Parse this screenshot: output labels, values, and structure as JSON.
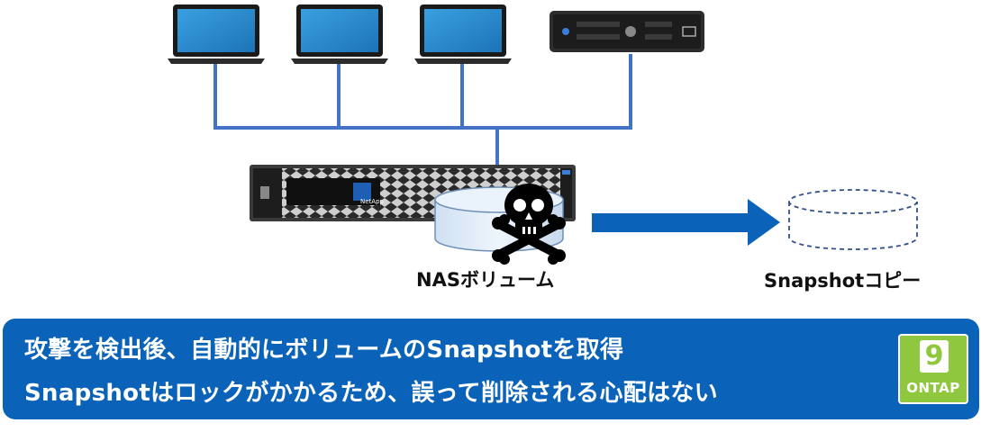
{
  "nodes": {
    "nas_volume": "NASボリューム",
    "snapshot_copy": "Snapshotコピー"
  },
  "storage": {
    "brand": "NetApp"
  },
  "banner": {
    "line1": "攻撃を検出後、自動的にボリュームのSnapshotを取得",
    "line2": "Snapshotはロックがかかるため、誤って削除される心配はない",
    "badge": {
      "number": "9",
      "word": "ONTAP"
    }
  },
  "colors": {
    "connector": "#4472c4",
    "arrow": "#0a63b8",
    "banner": "#0a63b8",
    "badge": "#8fc73e"
  },
  "icons": [
    "laptop-icon",
    "server-icon",
    "storage-array-icon",
    "skull-crossbones-icon",
    "arrow-right-icon",
    "database-icon"
  ]
}
